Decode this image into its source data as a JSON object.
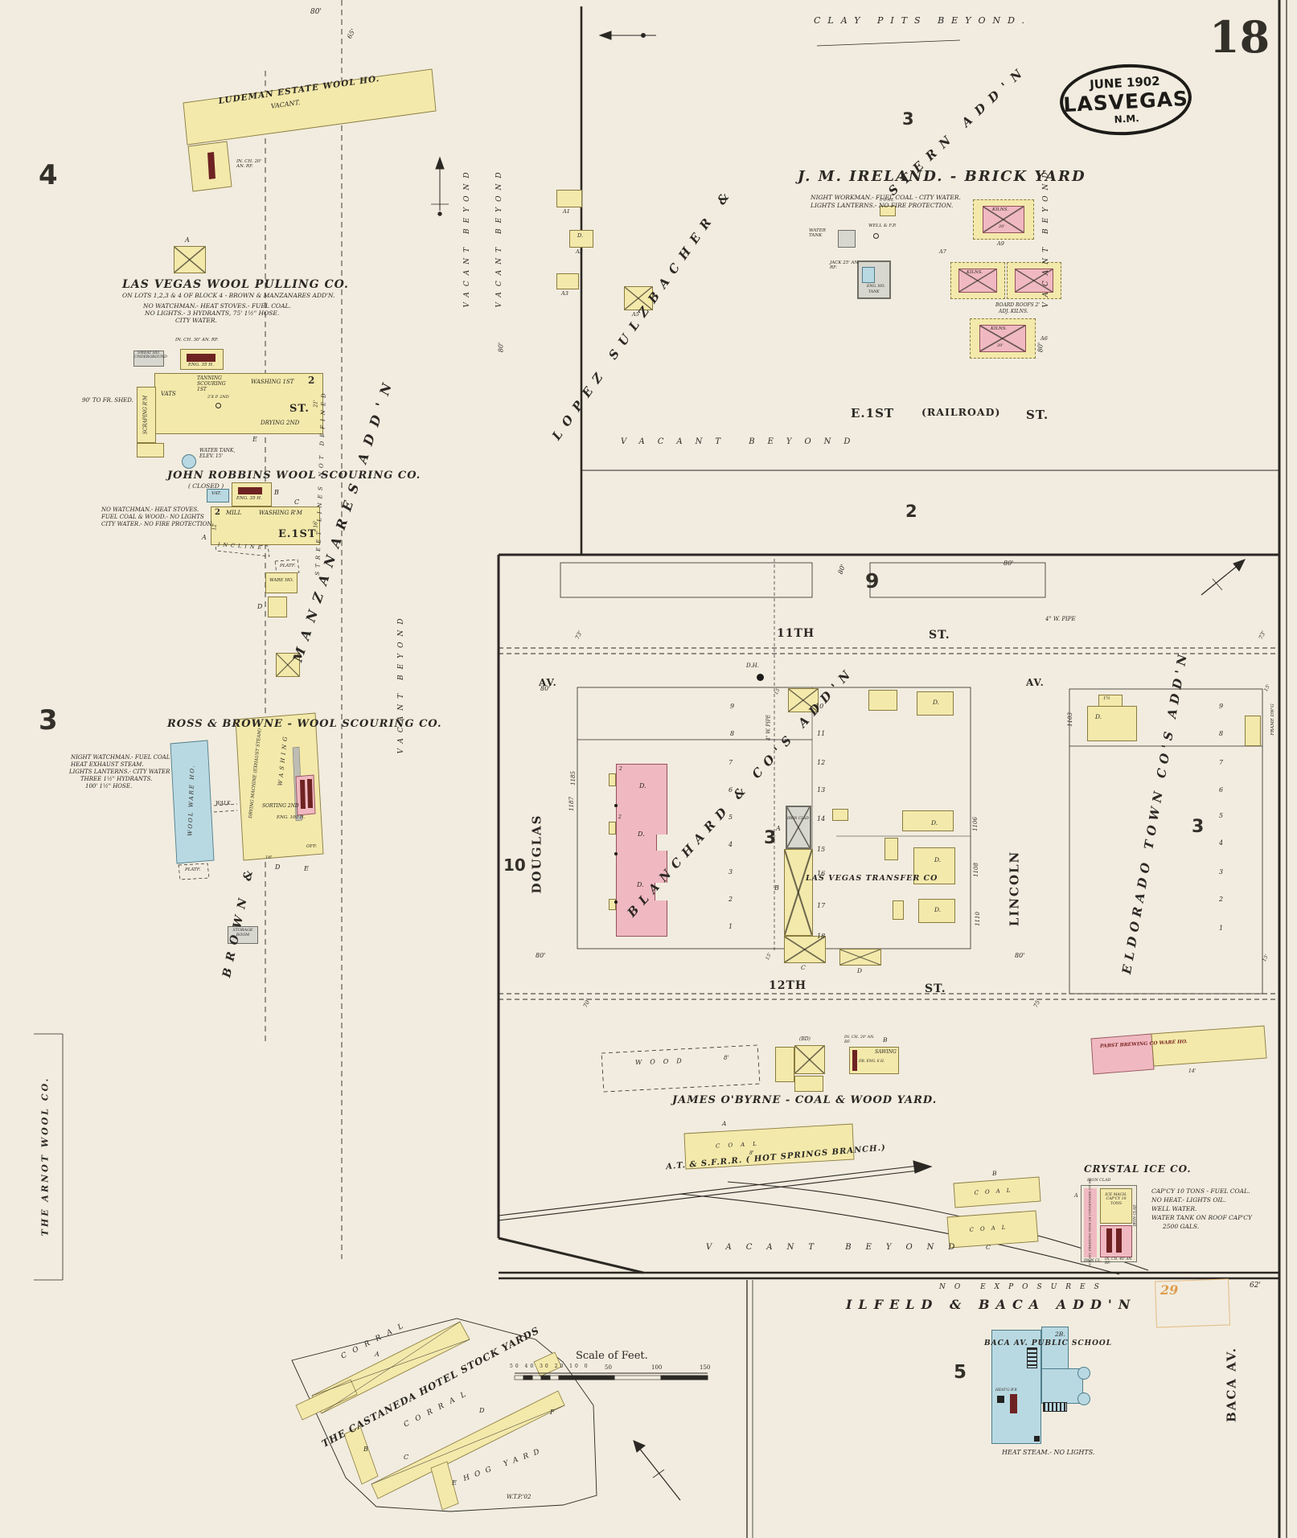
{
  "sheet": {
    "number": "18",
    "stamp_date": "JUNE 1902",
    "stamp_city": "LASVEGAS",
    "stamp_state": "N.M.",
    "surveyor_mark": "W.T.P.'02",
    "faint_stamp": "29"
  },
  "blocks": {
    "b2": "2",
    "b3": "3",
    "b4": "4",
    "b5": "5",
    "b9": "9",
    "b10": "10"
  },
  "streets": {
    "e1st": "E.1ST",
    "st": "ST.",
    "railroad": "(RAILROAD)",
    "eleventh": "11TH",
    "twelfth": "12TH",
    "douglas": "DOUGLAS",
    "lincoln": "LINCOLN",
    "av": "AV.",
    "baca_av": "BACA AV.",
    "street_lines": "STREET LINES NOT DEFINED"
  },
  "additions": {
    "manzanares": "MANZANARES ADD'N",
    "lopez": "LOPEZ SULZBACHER &",
    "stern": "STERN ADD'N",
    "blanchard": "BLANCHARD & CO'S ADD'N",
    "eldorado": "ELDORADO TOWN CO'S ADD'N",
    "brown": "BROWN &",
    "ilfeld": "ILFELD & BACA ADD'N"
  },
  "areas": {
    "clay_pits": "CLAY PITS BEYOND.",
    "vacant": "VACANT BEYOND",
    "no_exposures": "NO EXPOSURES",
    "corral": "CORRAL",
    "hog_yard": "HOG YARD"
  },
  "businesses": {
    "ludeman": {
      "name": "LUDEMAN ESTATE WOOL HO.",
      "vacant": "VACANT."
    },
    "wool_pulling": {
      "name": "LAS VEGAS WOOL PULLING CO.",
      "lots_note": "ON LOTS 1,2,3 & 4 OF BLOCK 4 - BROWN & MANZANARES ADD'N.",
      "notes": [
        "NO WATCHMAN.- HEAT STOVES.- FUEL COAL.",
        "NO LIGHTS.- 3 HYDRANTS, 75' 1½\" HOSE.",
        "CITY WATER."
      ]
    },
    "robbins": {
      "name": "JOHN ROBBINS WOOL SCOURING CO.",
      "closed": "( CLOSED )",
      "notes": [
        "NO WATCHMAN.- HEAT STOVES.",
        "FUEL COAL & WOOD.- NO LIGHTS",
        "CITY WATER.- NO FIRE PROTECTION."
      ]
    },
    "ross_browne": {
      "name": "ROSS & BROWNE - WOOL SCOURING CO.",
      "notes": [
        "NIGHT WATCHMAN.- FUEL COAL",
        "HEAT EXHAUST STEAM.",
        "LIGHTS LANTERNS.- CITY WATER",
        "THREE 1½\" HYDRANTS.",
        "100' 1½\" HOSE."
      ]
    },
    "ireland": {
      "name": "J. M. IRELAND. - BRICK YARD",
      "notes": [
        "NIGHT WORKMAN.- FUEL COAL - CITY WATER.",
        "LIGHTS LANTERNS.- NO FIRE PROTECTION."
      ],
      "board_roofs": "BOARD ROOFS 2'",
      "adj_kilns": "ADJ. KILNS."
    },
    "transfer": {
      "name": "LAS VEGAS TRANSFER CO"
    },
    "obyrne": {
      "name": "JAMES O'BYRNE - COAL & WOOD YARD."
    },
    "pabst": {
      "name": "PABST BREWING CO WARE HO."
    },
    "crystal_ice": {
      "name": "CRYSTAL ICE CO.",
      "notes": [
        "CAP'CY 10 TONS - FUEL COAL.",
        "NO HEAT.- LIGHTS OIL.",
        "WELL WATER.",
        "WATER TANK ON ROOF CAP'CY",
        "2500 GALS."
      ],
      "ice_mach": "ICE MACH. CAP'CY 10 TONS",
      "freezing": "ICE HO. FREEZING TANK 2B CONDENSERS ON RF.",
      "iron_clad": "IRON CLAD",
      "iron_cl": "IRON CL."
    },
    "school": {
      "name": "BACA AV. PUBLIC SCHOOL",
      "note": "HEAT STEAM.- NO LIGHTS.",
      "stories": "2B.",
      "heater": "HEAT'G B'R"
    },
    "castaneda": {
      "name": "THE CASTANEDA HOTEL STOCK YARDS"
    },
    "arnot": {
      "name": "THE ARNOT WOOL CO."
    }
  },
  "railroad_label": "A.T. & S.F.R.R.  ( HOT SPRINGS BRANCH.)",
  "structures": {
    "water_tank_elev": "WATER TANK, ELEV. 15'",
    "sweat_ho": "SWEAT HO. UNDERGROUND",
    "eng35": "ENG. 35 H.",
    "eng100": "ENG. 100 H.",
    "tanning": "TANNING SCOURING 1ST",
    "washing1": "WASHING 1ST",
    "vats": "VATS",
    "scraping": "SCRAPING R'M",
    "drying2": "DRYING 2ND",
    "fr_shed": "90' TO FR. SHED.",
    "in_ch20": "IN. CH. 20' AN. RF.",
    "in_ch30": "IN. CH. 30' AN. RF.",
    "in_ch40": "IN. CH. 40' AN. RF.",
    "mill": "MILL",
    "washing_rm": "WASHING R'M",
    "vat": "VAT.",
    "incline": "INCLINE",
    "platf": "PLATF.",
    "ware_ho": "WARE HO.",
    "wool_ware_ho": "WOOL WARE HO.",
    "walk": "WALK",
    "drying_machine": "DRYING MACHINE (EXHAUST STEAM)",
    "washing": "WASHING",
    "sorting": "SORTING 2ND",
    "off": "OFF.",
    "storage": "STORAGE ROOM",
    "iron_clad": "IRON CLAD",
    "dwelling": "D.",
    "sawing": "SAWING",
    "dr_eng": "DR. ENG. 6 H.",
    "bd": "(BD)",
    "coal": "COAL",
    "wood": "WOOD",
    "kilns": "KILNS.",
    "water_tank": "WATER TANK",
    "well_fp": "WELL & F.P.",
    "jack": "JACK 25' AN. RF.",
    "eng_ho": "ENG. HO.",
    "tank": "TANK",
    "dh": "D.H.",
    "w_pipe": "4\" W. PIPE",
    "frame_dwg": "FRAME DW'G",
    "xp2": "2'X P. 2ND"
  },
  "dims": {
    "d8": "8'",
    "d12": "12'",
    "d14": "14'",
    "d15": "15'",
    "d16": "16'",
    "d20": "20'",
    "d21": "21'",
    "d62": "62'",
    "d65": "65'",
    "d70": "70'",
    "d73": "73'",
    "d75": "75'",
    "d80": "80'"
  },
  "house_numbers": {
    "h1103": "1103",
    "h1106": "1106",
    "h1108": "1108",
    "h1110": "1110",
    "h1185": "1185",
    "h1187": "1187"
  },
  "letters": {
    "a": "A",
    "b": "B",
    "c": "C",
    "d": "D",
    "e": "E",
    "f": "F",
    "a1": "A1",
    "a2": "A2",
    "a3": "A3",
    "a5": "A5",
    "a6": "A6",
    "a7": "A7",
    "a9": "A9",
    "n1": "1",
    "n2": "2",
    "half": "1½"
  },
  "lots": {
    "block3_west": [
      "9",
      "8",
      "7",
      "6",
      "5",
      "4",
      "3",
      "2",
      "1"
    ],
    "block3_east": [
      "10",
      "11",
      "12",
      "13",
      "14",
      "15",
      "16",
      "17",
      "18"
    ],
    "eldorado": [
      "9",
      "8",
      "7",
      "6",
      "5",
      "4",
      "3",
      "2",
      "1"
    ]
  },
  "scale": {
    "label": "Scale of Feet.",
    "minor": "50 40 30 20 10  0",
    "m50": "50",
    "m100": "100",
    "m150": "150"
  }
}
